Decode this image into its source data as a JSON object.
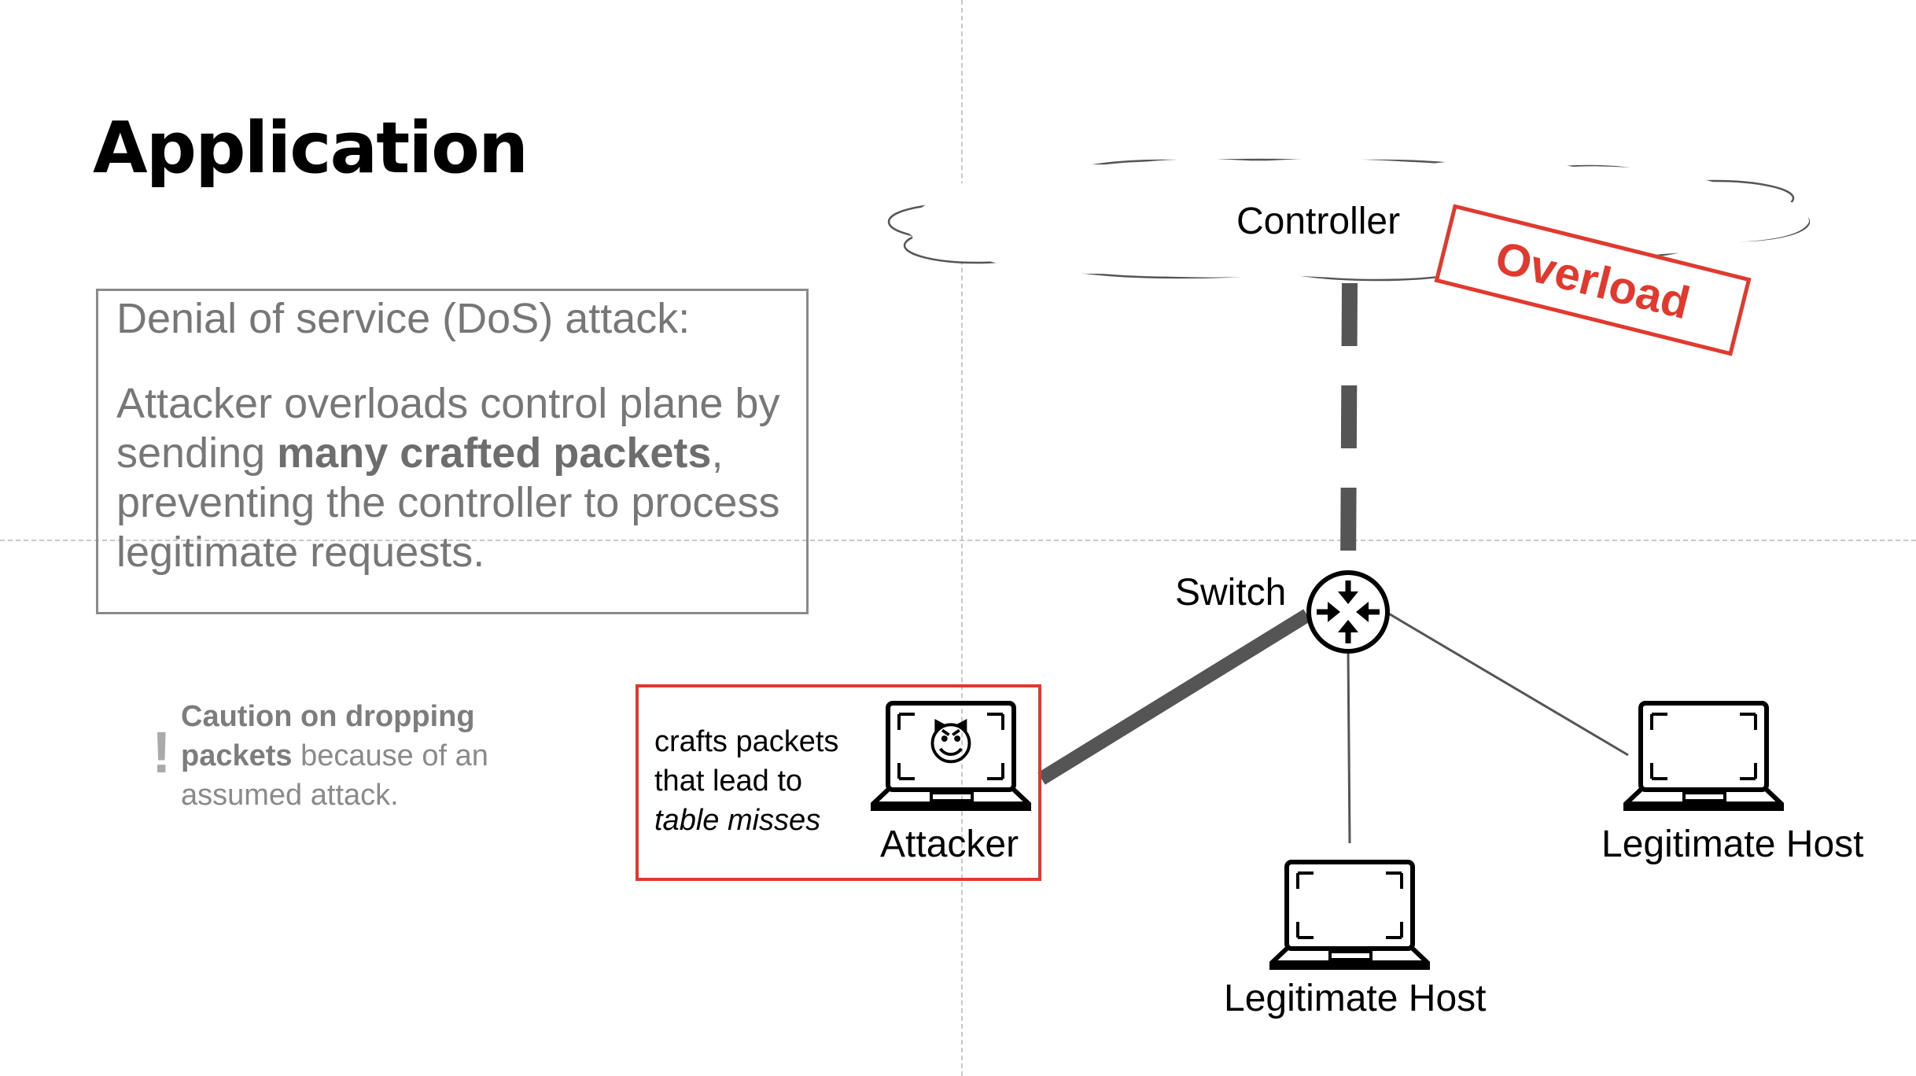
{
  "slide": {
    "title": "Application"
  },
  "description": {
    "heading": "Denial of service (DoS) attack:",
    "body_before": "Attacker overloads control plane by sending ",
    "body_bold": "many crafted packets",
    "body_after": ", preventing the controller to process legitimate requests."
  },
  "note": {
    "icon": "exclamation-icon",
    "bold": "Caution on dropping packets",
    "rest": " because of an assumed attack."
  },
  "diagram": {
    "controller_label": "Controller",
    "overload_label": "Overload",
    "switch_label": "Switch",
    "attacker_label": "Attacker",
    "attacker_note_line1": "crafts packets",
    "attacker_note_line2": "that lead to",
    "attacker_note_line3": "table misses",
    "host_right_label": "Legitimate Host",
    "host_bottom_label": "Legitimate Host",
    "attacker_face": "😈",
    "icons": [
      "cloud-icon",
      "router-icon",
      "laptop-icon",
      "devil-face-icon"
    ],
    "colors": {
      "alert": "#e03a2f",
      "link": "#555555",
      "text_gray": "#777777"
    }
  }
}
